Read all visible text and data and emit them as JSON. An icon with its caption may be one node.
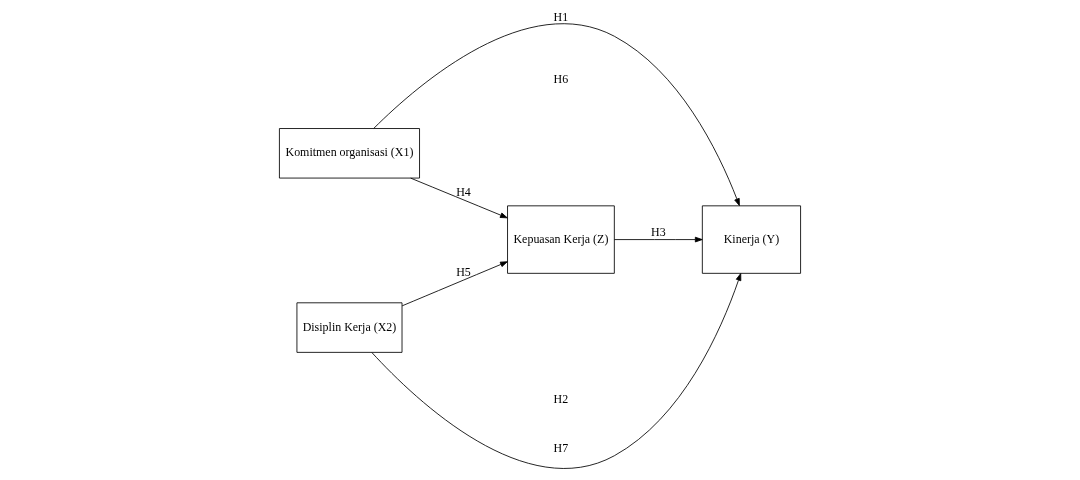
{
  "diagram": {
    "nodes": [
      {
        "text": [
          "Komitmen organisasi (X1)"
        ]
      },
      {
        "text": [
          "Disiplin Kerja (X2)"
        ]
      },
      {
        "text": [
          "Kepuasan Kerja (Z)"
        ]
      },
      {
        "text": [
          "Kinerja (Y)"
        ]
      }
    ],
    "edges": [
      {
        "from": 0,
        "to": 3,
        "arrow": "to",
        "label": "H1"
      },
      {
        "from": 0,
        "to": 2,
        "arrow": "to",
        "label": "H4"
      },
      {
        "from": 1,
        "to": 2,
        "arrow": "to",
        "label": "H5"
      },
      {
        "from": 2,
        "to": 3,
        "arrow": "to",
        "label": "H3"
      },
      {
        "from": 1,
        "to": 3,
        "arrow": "to",
        "label": "H7"
      }
    ],
    "labels": [
      "H6",
      "H2"
    ]
  }
}
